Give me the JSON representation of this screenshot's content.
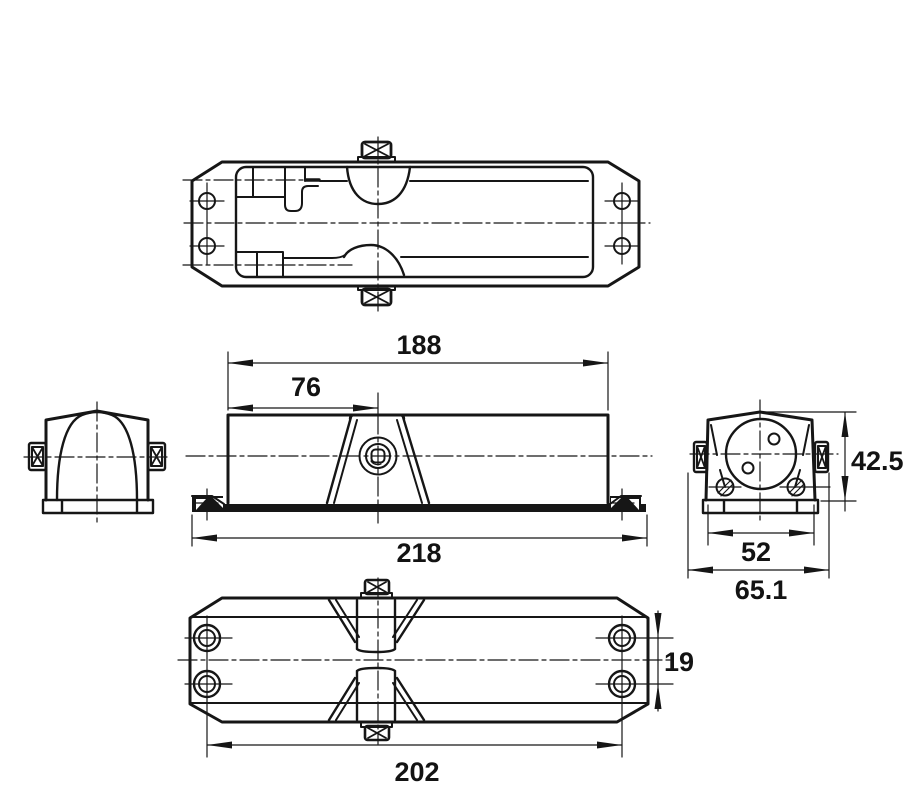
{
  "colors": {
    "background": "#ffffff",
    "ink": "#161616"
  },
  "dimensions": {
    "body_length": "188",
    "pivot_offset": "76",
    "base_length": "218",
    "end_height": "42.5",
    "end_body_width": "52",
    "end_overall_width": "65.1",
    "hole_row_gap": "19",
    "hole_span": "202"
  }
}
